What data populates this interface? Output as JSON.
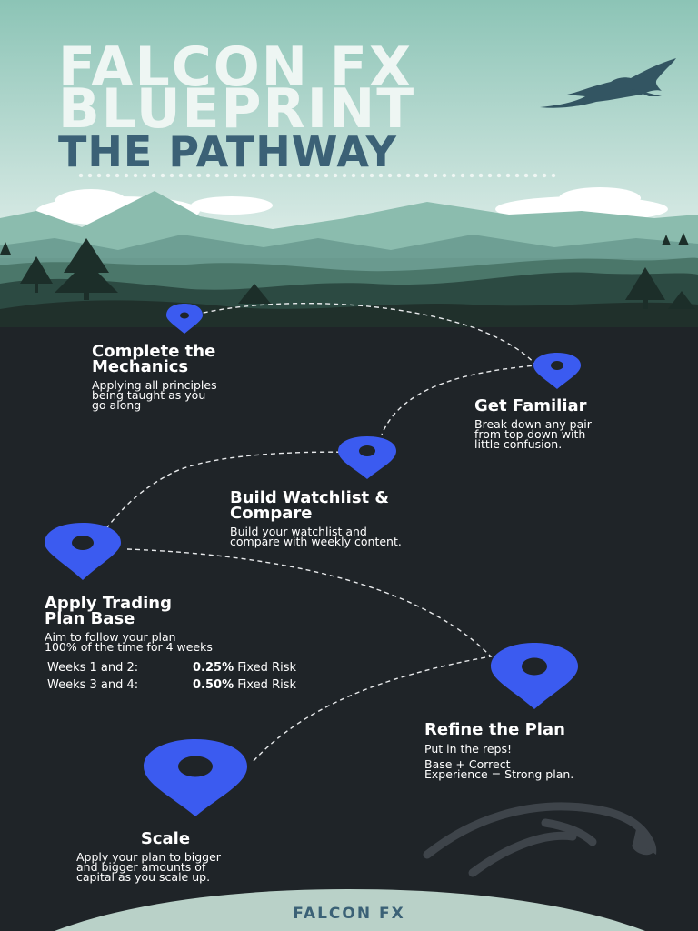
{
  "header": {
    "title_line1": "FALCON FX",
    "title_line2": "BLUEPRINT",
    "subtitle": "THE PATHWAY"
  },
  "steps": [
    {
      "title_line1": "Complete the",
      "title_line2": "Mechanics",
      "desc_line1": "Applying all principles",
      "desc_line2": "being taught as you",
      "desc_line3": "go along"
    },
    {
      "title_line1": "Get Familiar",
      "desc_line1": "Break down any pair",
      "desc_line2": "from top-down with",
      "desc_line3": "little confusion."
    },
    {
      "title_line1": "Build Watchlist &",
      "title_line2": "Compare",
      "desc_line1": "Build your watchlist and",
      "desc_line2": "compare with weekly content."
    },
    {
      "title_line1": "Apply Trading",
      "title_line2": "Plan Base",
      "desc_line1": "Aim to follow your plan",
      "desc_line2": "100% of the time for 4 weeks",
      "risk_rows": [
        {
          "label": "Weeks 1 and 2:",
          "value": "0.25%",
          "suffix": "Fixed Risk"
        },
        {
          "label": "Weeks 3 and 4:",
          "value": "0.50%",
          "suffix": "Fixed Risk"
        }
      ]
    },
    {
      "title_line1": "Refine the Plan",
      "desc_line1": "Put in the reps!",
      "desc_line2": "Base + Correct",
      "desc_line3": "Experience = Strong plan."
    },
    {
      "title_line1": "Scale",
      "desc_line1": "Apply your plan to bigger",
      "desc_line2": "and bigger amounts of",
      "desc_line3": "capital as you scale up."
    }
  ],
  "footer": {
    "brand": "FALCON FX"
  },
  "colors": {
    "sky_top": "#8cc4b6",
    "sky_bottom": "#e8f2ef",
    "title_light": "#eef6f3",
    "title_dark": "#3b6176",
    "pin_blue": "#3b5bf0",
    "night_bg": "#1f2428",
    "falcon_grey": "#3a4046"
  },
  "icons": [
    "falcon-flying-icon",
    "location-pin-icon",
    "falcon-head-icon"
  ]
}
